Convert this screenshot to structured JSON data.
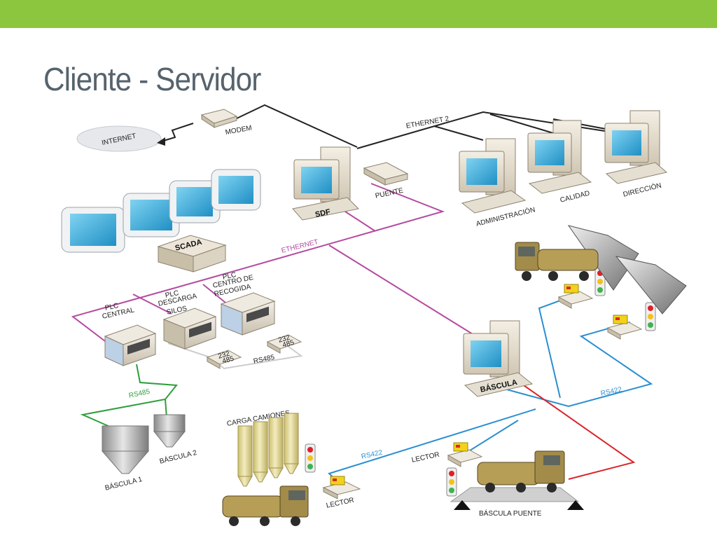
{
  "slide": {
    "title": "Cliente - Servidor"
  },
  "colors": {
    "accent": "#8cc63e",
    "title": "#56636d",
    "ethernet": "#b44ba0",
    "ethernet2": "#222222",
    "rs485": "#2e9e3c",
    "rs422": "#2a8fd1",
    "red_link": "#d9262b"
  },
  "diagram": {
    "internet": "INTERNET",
    "modem": "MODEM",
    "ethernet2": "ETHERNET 2",
    "puente": "PUENTE",
    "sdf": "SDF",
    "scada": "SCADA",
    "ethernet": "ETHERNET",
    "administracion": "ADMINISTRACIÓN",
    "calidad": "CALIDAD",
    "direccion": "DIRECCIÓN",
    "plc_central": [
      "PLC",
      "CENTRAL"
    ],
    "plc_descarga": [
      "PLC",
      "DESCARGA",
      "SILOS"
    ],
    "plc_centro": [
      "PLC",
      "CENTRO DE",
      "RECOGIDA"
    ],
    "conv_232_485_a": [
      "232",
      "485"
    ],
    "conv_232_485_b": [
      "232",
      "485"
    ],
    "rs485_a": "RS485",
    "rs485_b": "RS485",
    "bascula_1": "BÁSCULA 1",
    "bascula_2": "BÁSCULA 2",
    "carga_camiones": "CARGA CAMIONES",
    "lector_1": "LECTOR",
    "lector_2": "LECTOR",
    "rs422_a": "RS422",
    "rs422_b": "RS422",
    "bascula_pc": "BÁSCULA",
    "bascula_puente": "BÁSCULA PUENTE"
  }
}
